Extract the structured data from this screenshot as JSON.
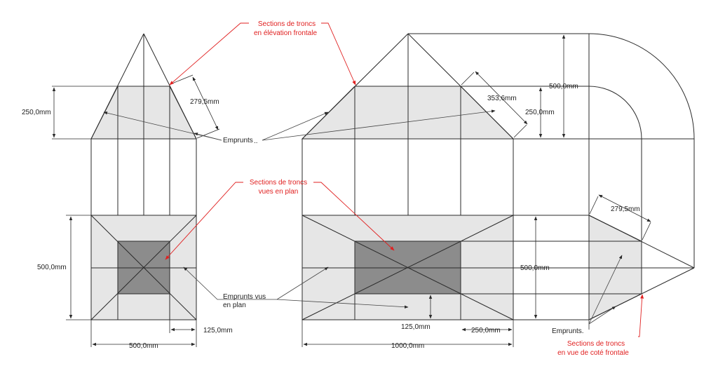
{
  "labels": {
    "trunk_front_elevation": [
      "Sections de troncs",
      "en élévation frontale"
    ],
    "trunk_plan": [
      "Sections de troncs",
      "vues en plan"
    ],
    "trunk_side_elevation": [
      "Sections de troncs",
      "en vue de coté frontale"
    ],
    "borrowed_top": "Emprunts",
    "borrowed_top_dots": "..",
    "borrowed_plan": [
      "Emprunts vus",
      "en plan"
    ],
    "borrowed_side": "Emprunts."
  },
  "dimensions": {
    "left_height_top": "250,0mm",
    "left_slant": "279,5mm",
    "left_plan_height": "500,0mm",
    "left_width": "500,0mm",
    "left_offset": "125,0mm",
    "right_slant_top": "353,6mm",
    "right_height_top": "250,0mm",
    "right_height_total": "500,0mm",
    "right_side_slant": "279,5mm",
    "right_plan_height": "500,0mm",
    "right_offset": "125,0mm",
    "right_inner_width": "250,0mm",
    "right_width": "1000,0mm"
  },
  "colors": {
    "annotation_red": "#e02020",
    "light_section": "#e6e6e6",
    "dark_section": "#8c8c8c",
    "line": "#2a2a2a"
  }
}
